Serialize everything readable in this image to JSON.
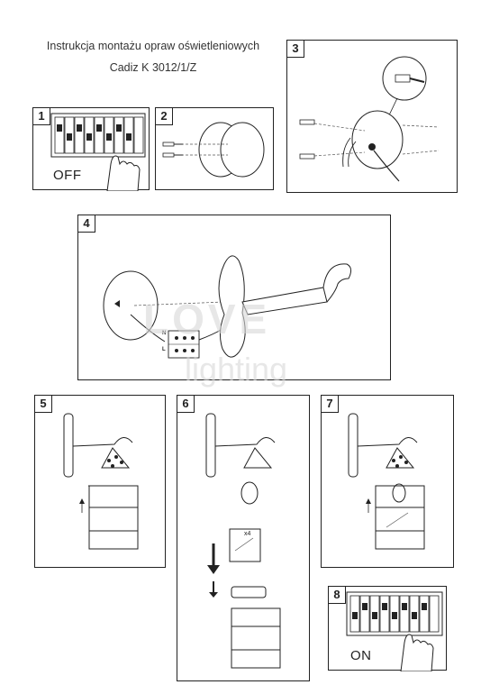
{
  "header": {
    "title": "Instrukcja montażu opraw oświetleniowych",
    "model": "Cadiz K 3012/1/Z"
  },
  "steps": [
    {
      "number": "1",
      "label": "OFF"
    },
    {
      "number": "2"
    },
    {
      "number": "3"
    },
    {
      "number": "4"
    },
    {
      "number": "5"
    },
    {
      "number": "6"
    },
    {
      "number": "7"
    },
    {
      "number": "8",
      "label": "ON"
    }
  ],
  "annotations": {
    "glass_count": "x4",
    "terminal_n": "N",
    "terminal_l": "L"
  },
  "watermark": {
    "top": "LOVE",
    "bottom": "lighting"
  }
}
